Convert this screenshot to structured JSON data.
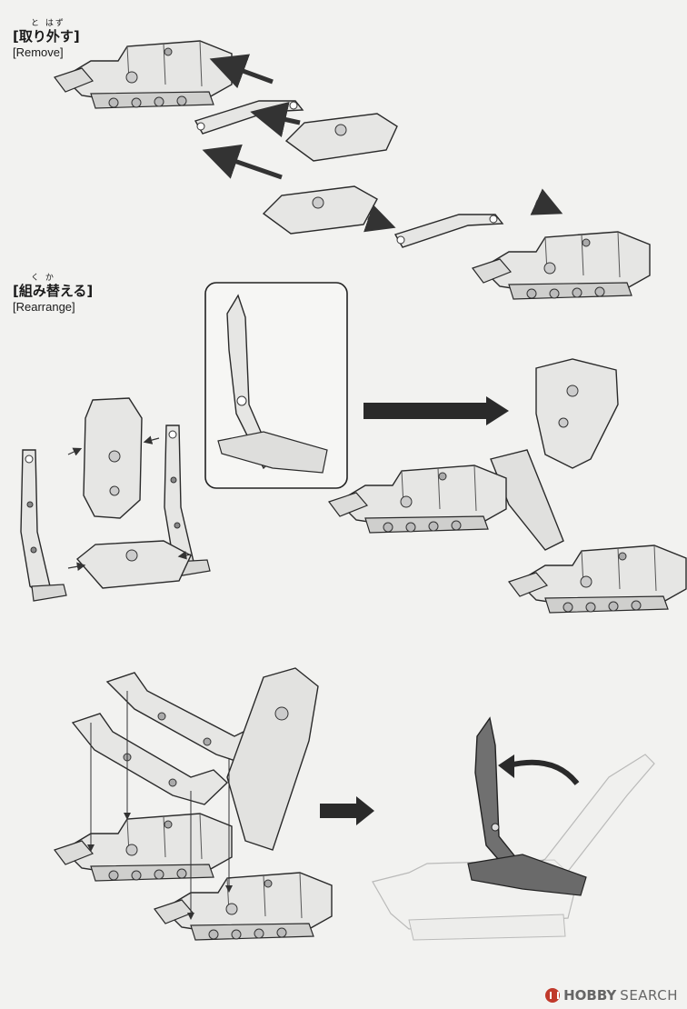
{
  "sections": [
    {
      "ruby": "と   はず",
      "jp": "[取り外す]",
      "en": "[Remove]"
    },
    {
      "ruby": "く   か",
      "jp": "[組み替える]",
      "en": "[Rearrange]"
    }
  ],
  "watermark": {
    "brand": "HOBBY",
    "suffix": "SEARCH"
  },
  "colors": {
    "paper": "#f2f2f0",
    "part": "#e4e4e2",
    "dark_part": "#6d6d6d",
    "line": "#2a2a2a",
    "arrow": "#333333"
  }
}
